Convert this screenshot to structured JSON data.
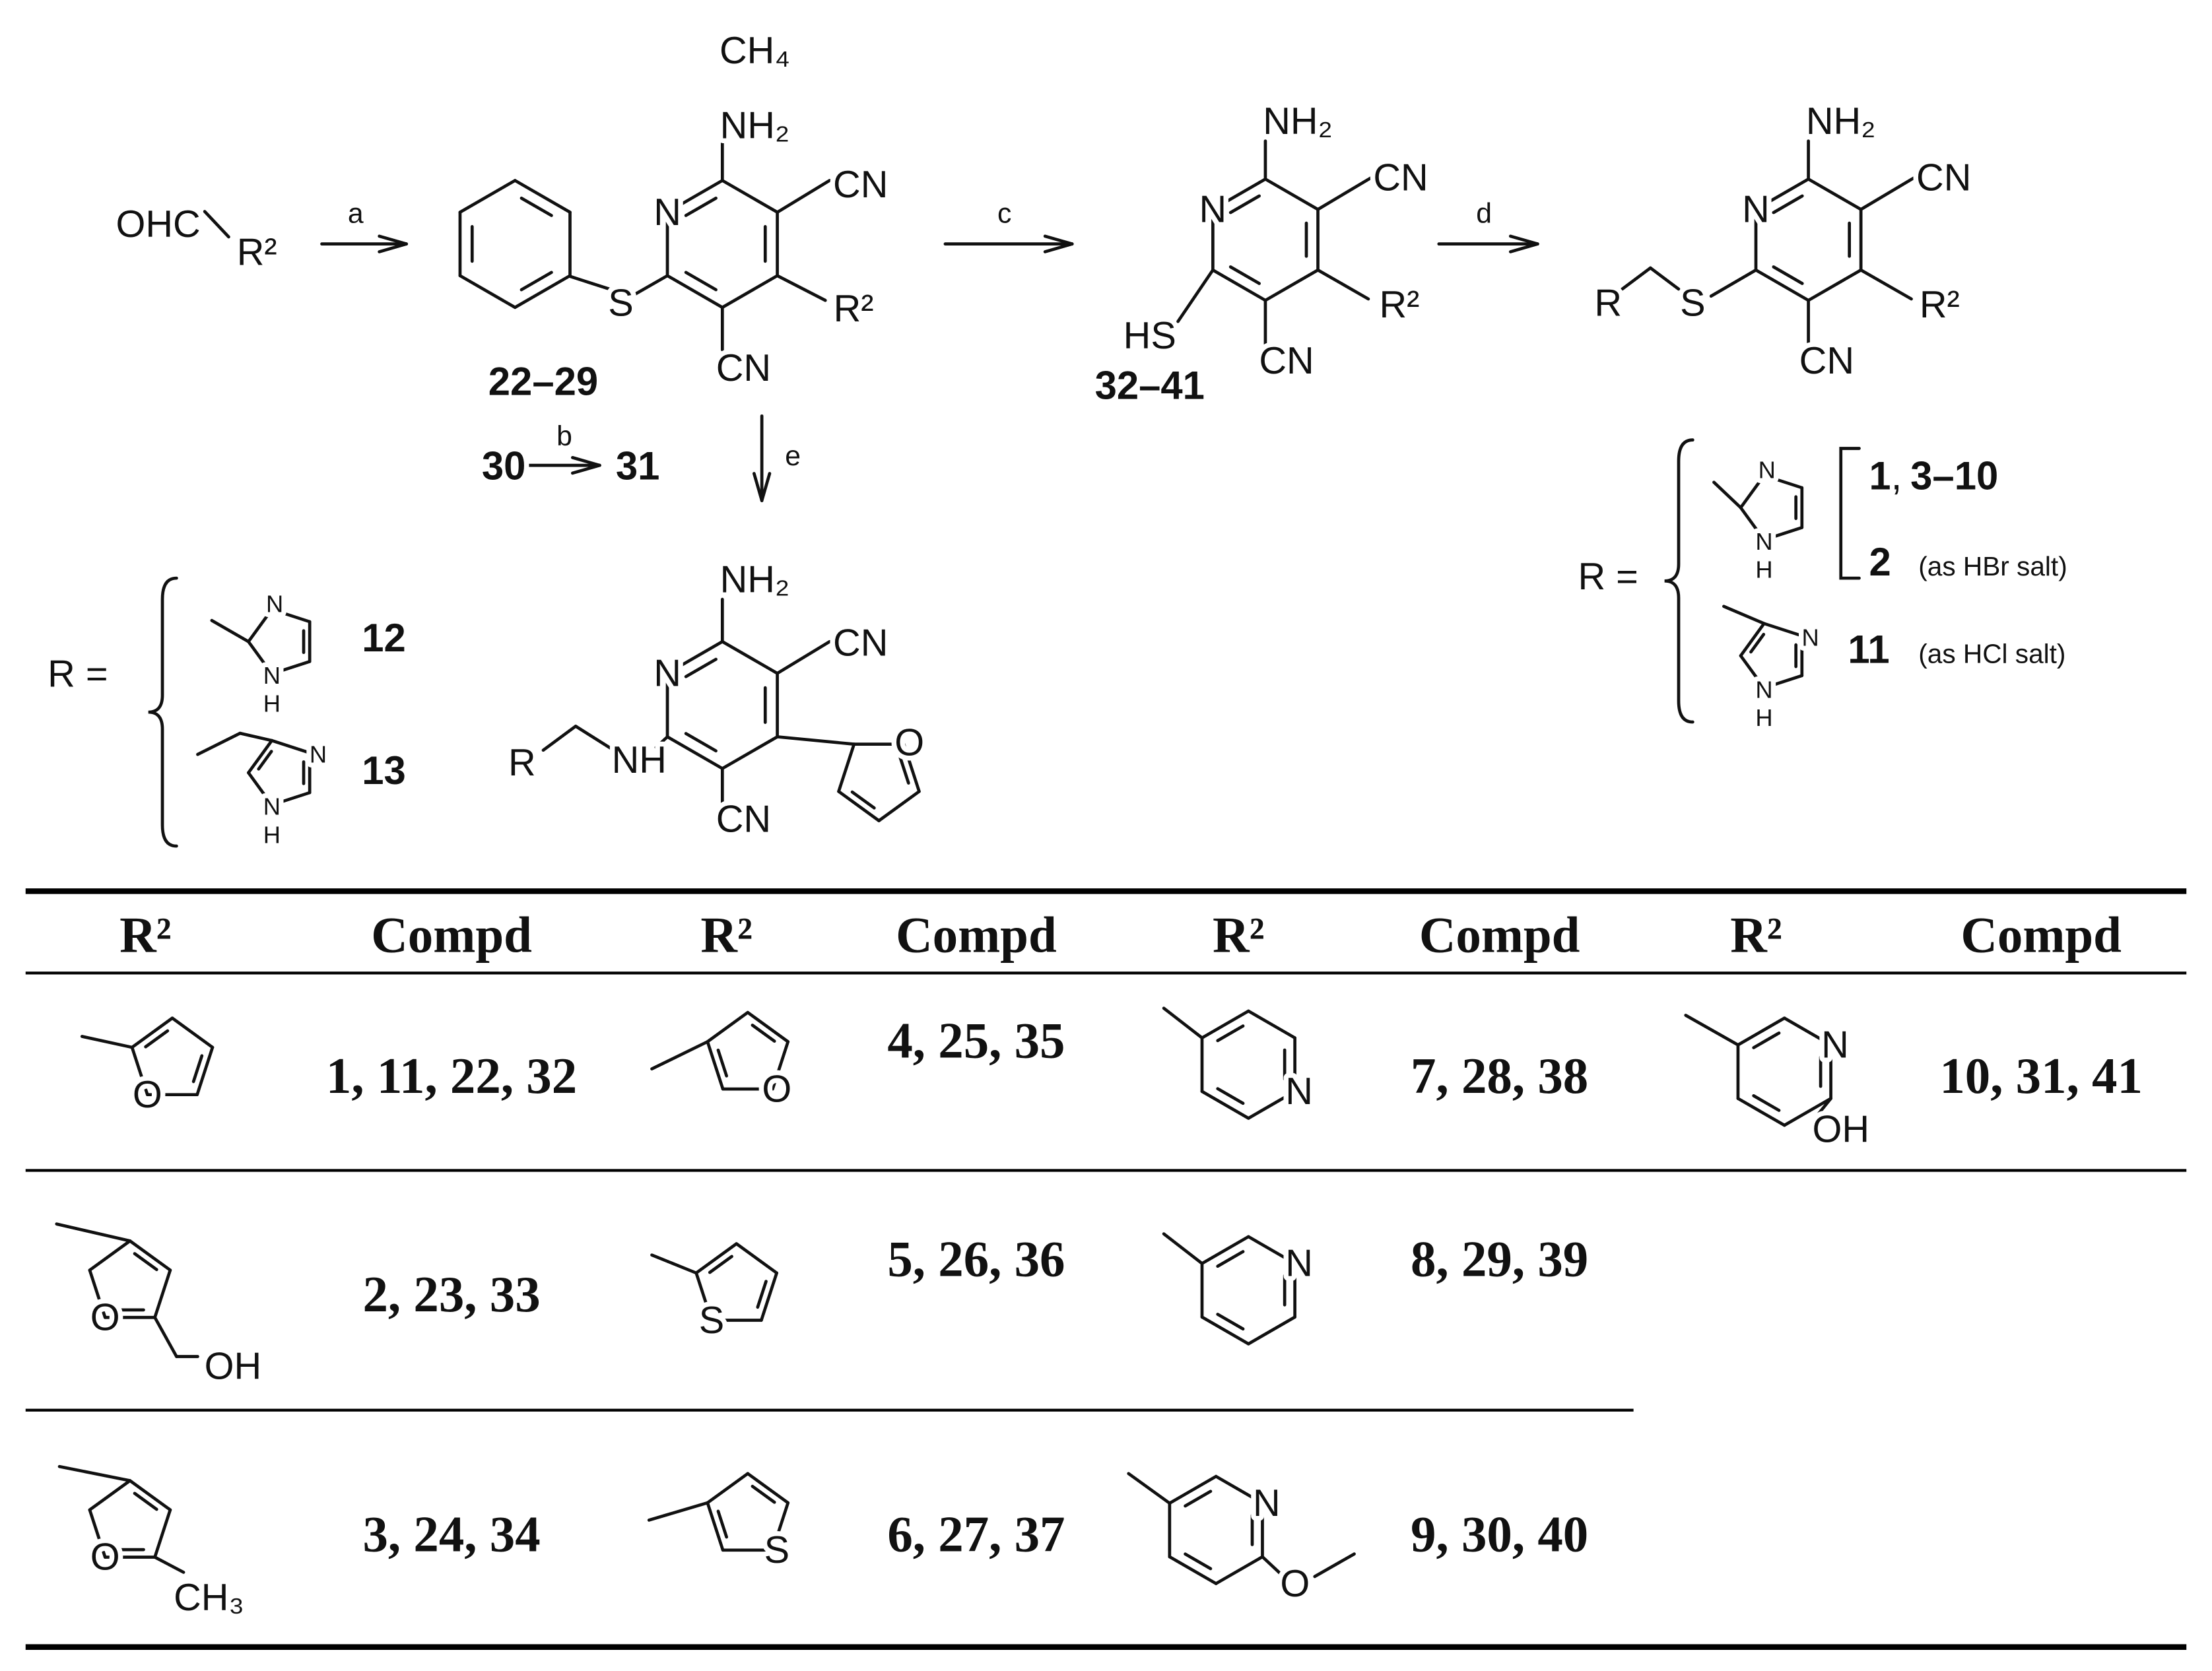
{
  "scheme": {
    "stray_label": "CH₄",
    "start": {
      "aldehyde": "OHC",
      "r2": "R²"
    },
    "steps": {
      "a": "a",
      "b": "b",
      "c": "c",
      "d": "d",
      "e": "e"
    },
    "int1": {
      "nh2": "NH₂",
      "n": "N",
      "cn_top": "CN",
      "cn_bottom": "CN",
      "r2": "R²",
      "s": "S",
      "label": "22–29"
    },
    "conv_b": {
      "from": "30",
      "to": "31"
    },
    "int2": {
      "nh2": "NH₂",
      "n": "N",
      "cn_top": "CN",
      "cn_bottom": "CN",
      "r2": "R²",
      "hs": "HS",
      "label": "32–41"
    },
    "product_d": {
      "nh2": "NH₂",
      "n": "N",
      "cn_top": "CN",
      "cn_bottom": "CN",
      "r2": "R²",
      "s": "S",
      "r": "R"
    },
    "product_e": {
      "nh2": "NH₂",
      "n": "N",
      "cn_top": "CN",
      "cn_bottom": "CN",
      "nh": "NH",
      "r": "R",
      "furan_o": "O"
    },
    "r_right": {
      "prefix": "R =",
      "g1": {
        "n": "N",
        "nh": "N",
        "h": "H"
      },
      "g2": {
        "n": "N",
        "nh": "N",
        "h": "H"
      },
      "c1a": "1",
      "c1sep": ",",
      "c1b": "3–10",
      "c2": "2",
      "c2note": "(as HBr salt)",
      "c3": "11",
      "c3note": "(as HCl salt)"
    },
    "r_left": {
      "prefix": "R =",
      "g1": {
        "n": "N",
        "nh": "N",
        "h": "H"
      },
      "g2": {
        "n": "N",
        "nh": "N",
        "h": "H"
      },
      "c1": "12",
      "c2": "13"
    }
  },
  "table": {
    "headers": [
      "R²",
      "Compd",
      "R²",
      "Compd",
      "R²",
      "Compd",
      "R²",
      "Compd"
    ],
    "cells": [
      {
        "atoms": {
          "o": "O"
        },
        "compd": "1, 11, 22, 32"
      },
      {
        "atoms": {
          "o": "O"
        },
        "compd": "4, 25, 35"
      },
      {
        "atoms": {
          "n": "N"
        },
        "compd": "7, 28, 38"
      },
      {
        "atoms": {
          "n": "N",
          "oh": "OH"
        },
        "compd": "10, 31, 41"
      },
      {
        "atoms": {
          "o": "O",
          "oh": "OH"
        },
        "compd": "2, 23, 33"
      },
      {
        "atoms": {
          "s": "S"
        },
        "compd": "5, 26, 36"
      },
      {
        "atoms": {
          "n": "N"
        },
        "compd": "8, 29, 39"
      },
      {
        "atoms": {
          "o": "O",
          "ch3": "CH₃"
        },
        "compd": "3, 24, 34"
      },
      {
        "atoms": {
          "s": "S"
        },
        "compd": "6, 27, 37"
      },
      {
        "atoms": {
          "n": "N",
          "o": "O"
        },
        "compd": "9, 30, 40"
      }
    ]
  }
}
